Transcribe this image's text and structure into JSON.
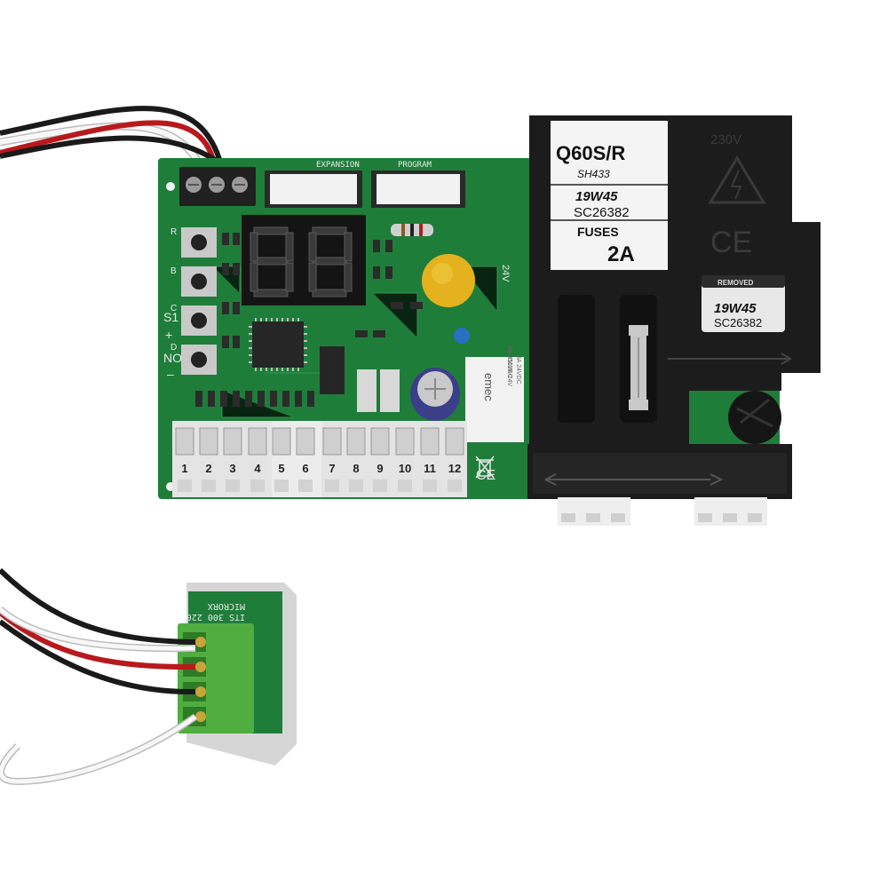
{
  "board": {
    "headers": {
      "expansion": "EXPANSION",
      "program": "PROGRAM"
    },
    "button_labels": [
      "R",
      "B",
      "C",
      "D"
    ],
    "side_labels": [
      "S1",
      "+",
      "NO",
      "–"
    ],
    "voltage_label": "24V",
    "terminal_numbers": [
      "1",
      "2",
      "3",
      "4",
      "5",
      "6",
      "7",
      "8",
      "9",
      "10",
      "11",
      "12"
    ],
    "ce_mark": "CE",
    "relay": {
      "brand": "emec",
      "model": "FL-4112E-24V",
      "rating1": "3A 250VAC",
      "rating2": "3A 24VDC"
    }
  },
  "cover": {
    "voltage": "230V",
    "model": "Q60S/R",
    "sub": "SH433",
    "date_code": "19W45",
    "serial": "SC26382",
    "fuses_label": "FUSES",
    "fuse_rating": "2A",
    "ce_mark": "CE",
    "removed_label": "REMOVED",
    "removed_code": "19W45",
    "removed_serial": "SC26382"
  },
  "module": {
    "text1": "MICRORX",
    "text2": "ITS 300 220"
  },
  "colors": {
    "pcb_green": "#1f7d3a",
    "cover_black": "#1c1c1c",
    "terminal_white": "#eeeeee",
    "capacitor_yellow": "#e3b21e",
    "connector_green": "#4fae3f"
  }
}
